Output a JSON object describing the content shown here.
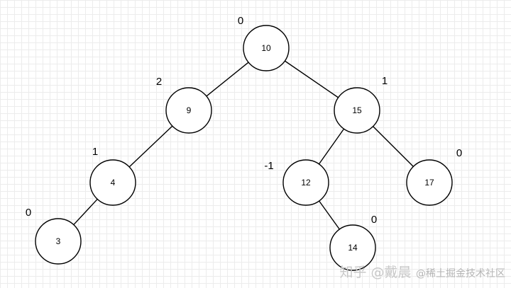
{
  "tree": {
    "nodes": [
      {
        "id": "n10",
        "value": "10",
        "balance": "0"
      },
      {
        "id": "n9",
        "value": "9",
        "balance": "2"
      },
      {
        "id": "n15",
        "value": "15",
        "balance": "1"
      },
      {
        "id": "n4",
        "value": "4",
        "balance": "1"
      },
      {
        "id": "n12",
        "value": "12",
        "balance": "-1"
      },
      {
        "id": "n17",
        "value": "17",
        "balance": "0"
      },
      {
        "id": "n3",
        "value": "3",
        "balance": "0"
      },
      {
        "id": "n14",
        "value": "14",
        "balance": "0"
      }
    ],
    "edges": [
      [
        "n10",
        "n9"
      ],
      [
        "n10",
        "n15"
      ],
      [
        "n9",
        "n4"
      ],
      [
        "n4",
        "n3"
      ],
      [
        "n15",
        "n12"
      ],
      [
        "n15",
        "n17"
      ],
      [
        "n12",
        "n14"
      ]
    ]
  },
  "watermark": {
    "primary": "知乎 @戴晨",
    "secondary": "@稀土掘金技术社区"
  }
}
